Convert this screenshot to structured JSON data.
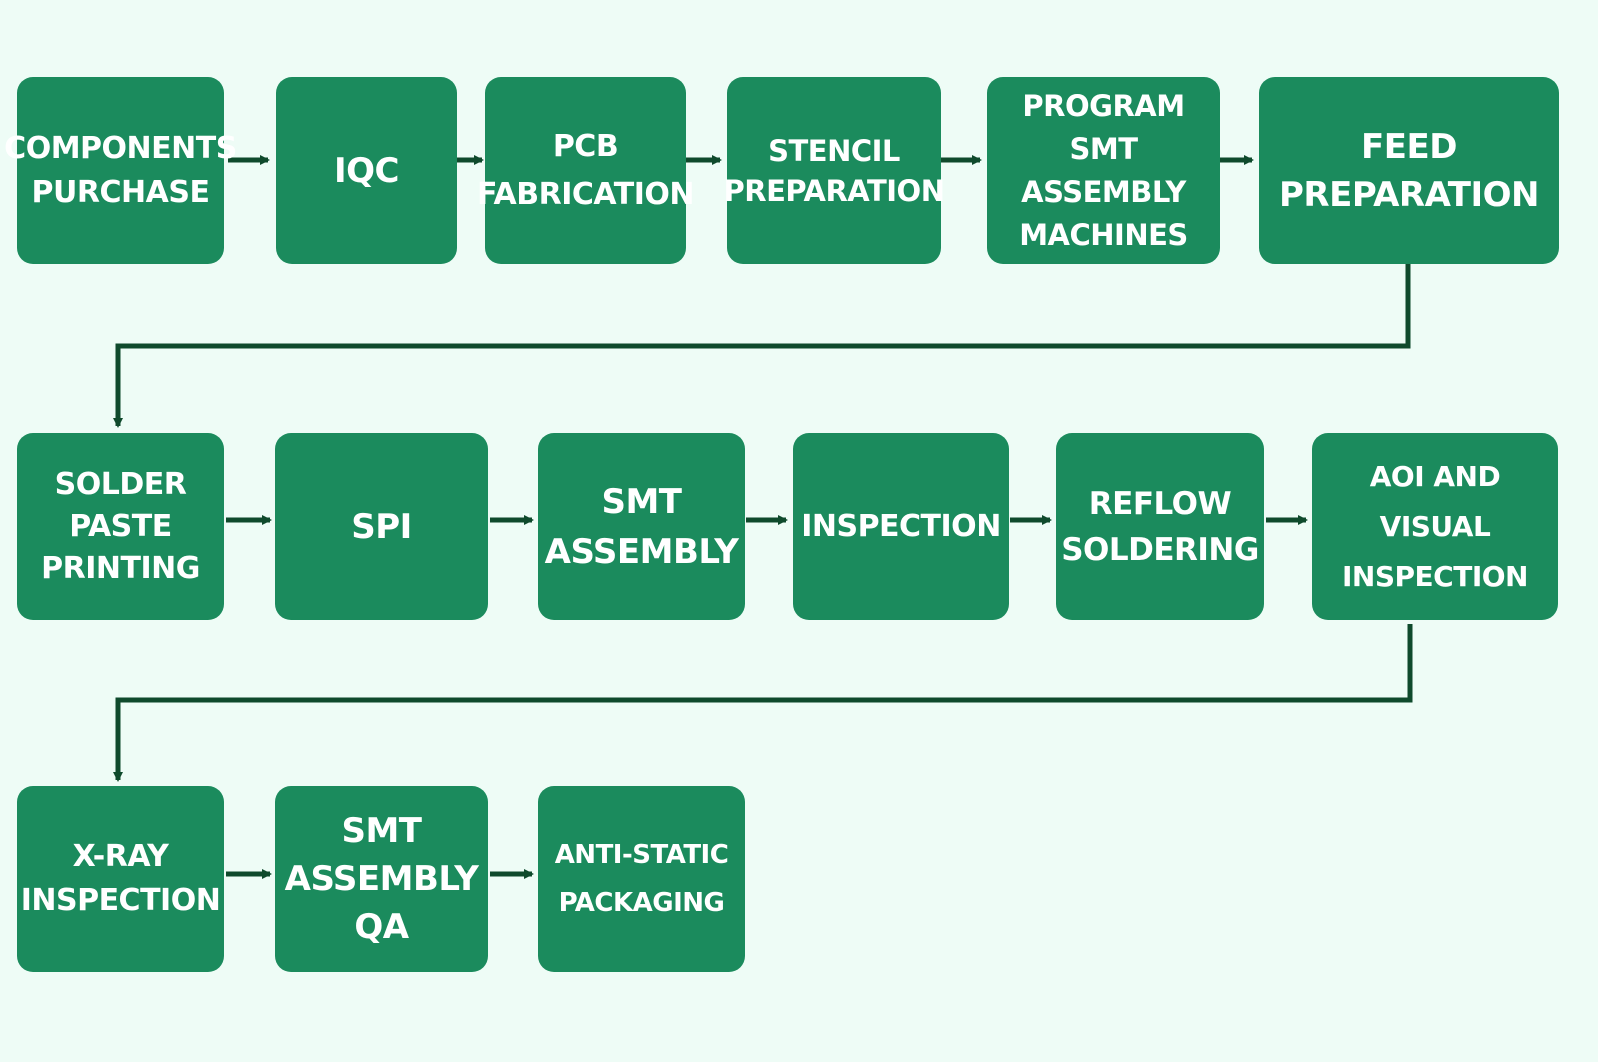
{
  "diagram": {
    "rows": [
      {
        "steps": [
          {
            "label": "COMPONENTS\nPURCHASE"
          },
          {
            "label": "IQC"
          },
          {
            "label": "PCB\nFABRICATION"
          },
          {
            "label": "STENCIL\nPREPARATION"
          },
          {
            "label": "PROGRAM\nSMT\nASSEMBLY\nMACHINES"
          },
          {
            "label": "FEED\nPREPARATION"
          }
        ]
      },
      {
        "steps": [
          {
            "label": "SOLDER\nPASTE\nPRINTING"
          },
          {
            "label": "SPI"
          },
          {
            "label": "SMT\nASSEMBLY"
          },
          {
            "label": "INSPECTION"
          },
          {
            "label": "REFLOW\nSOLDERING"
          },
          {
            "label": "AOI AND VISUAL\nINSPECTION"
          }
        ]
      },
      {
        "steps": [
          {
            "label": "X-RAY\nINSPECTION"
          },
          {
            "label": "SMT\nASSEMBLY\nQA"
          },
          {
            "label": "ANTI-STATIC\nPACKAGING"
          }
        ]
      }
    ]
  },
  "colors": {
    "background": "#eefcf6",
    "box_fill": "#1b8b5d",
    "box_text": "#ffffff",
    "connector": "#0f4a2c"
  }
}
